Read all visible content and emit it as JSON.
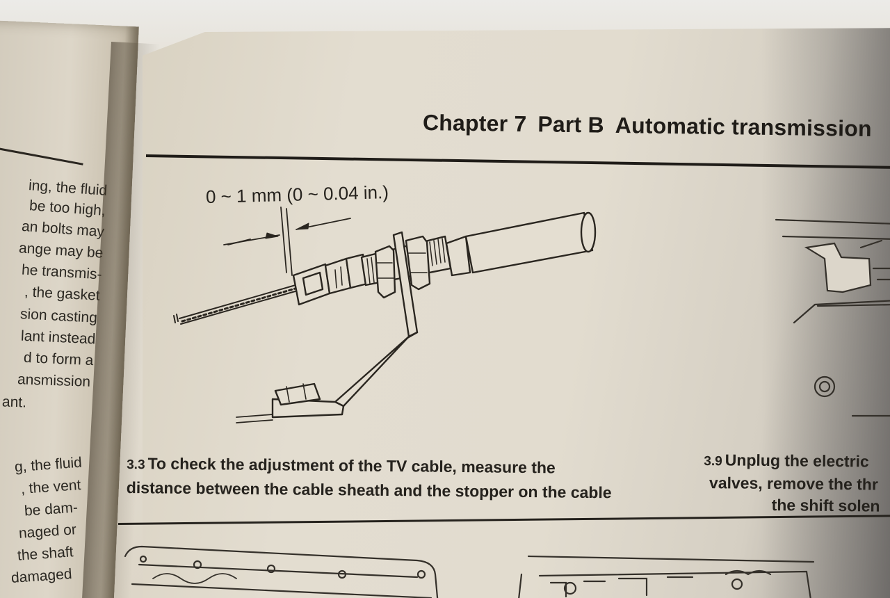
{
  "header": {
    "chapter": "Chapter 7",
    "part": "Part B",
    "title": "Automatic transmission"
  },
  "left_column": {
    "lines": [
      "ing, the fluid",
      "be too high,",
      "an bolts may",
      "ange may be",
      "he transmis-",
      ", the gasket",
      "sion casting",
      "lant instead",
      "d to form a",
      "ansmission",
      "ant.",
      "g, the fluid",
      ", the vent",
      "be dam-",
      "naged or",
      "the shaft",
      "damaged"
    ]
  },
  "figure": {
    "dimension_label": "0 ~ 1 mm (0 ~ 0.04 in.)",
    "caption_number": "3.3",
    "caption_lines": [
      "To check the adjustment of the TV cable, measure the",
      "distance between the cable sheath and the stopper on the cable"
    ]
  },
  "figure_right": {
    "caption_number": "3.9",
    "caption_lines": [
      "Unplug the electric",
      "valves, remove the thr",
      "the shift solen"
    ]
  }
}
